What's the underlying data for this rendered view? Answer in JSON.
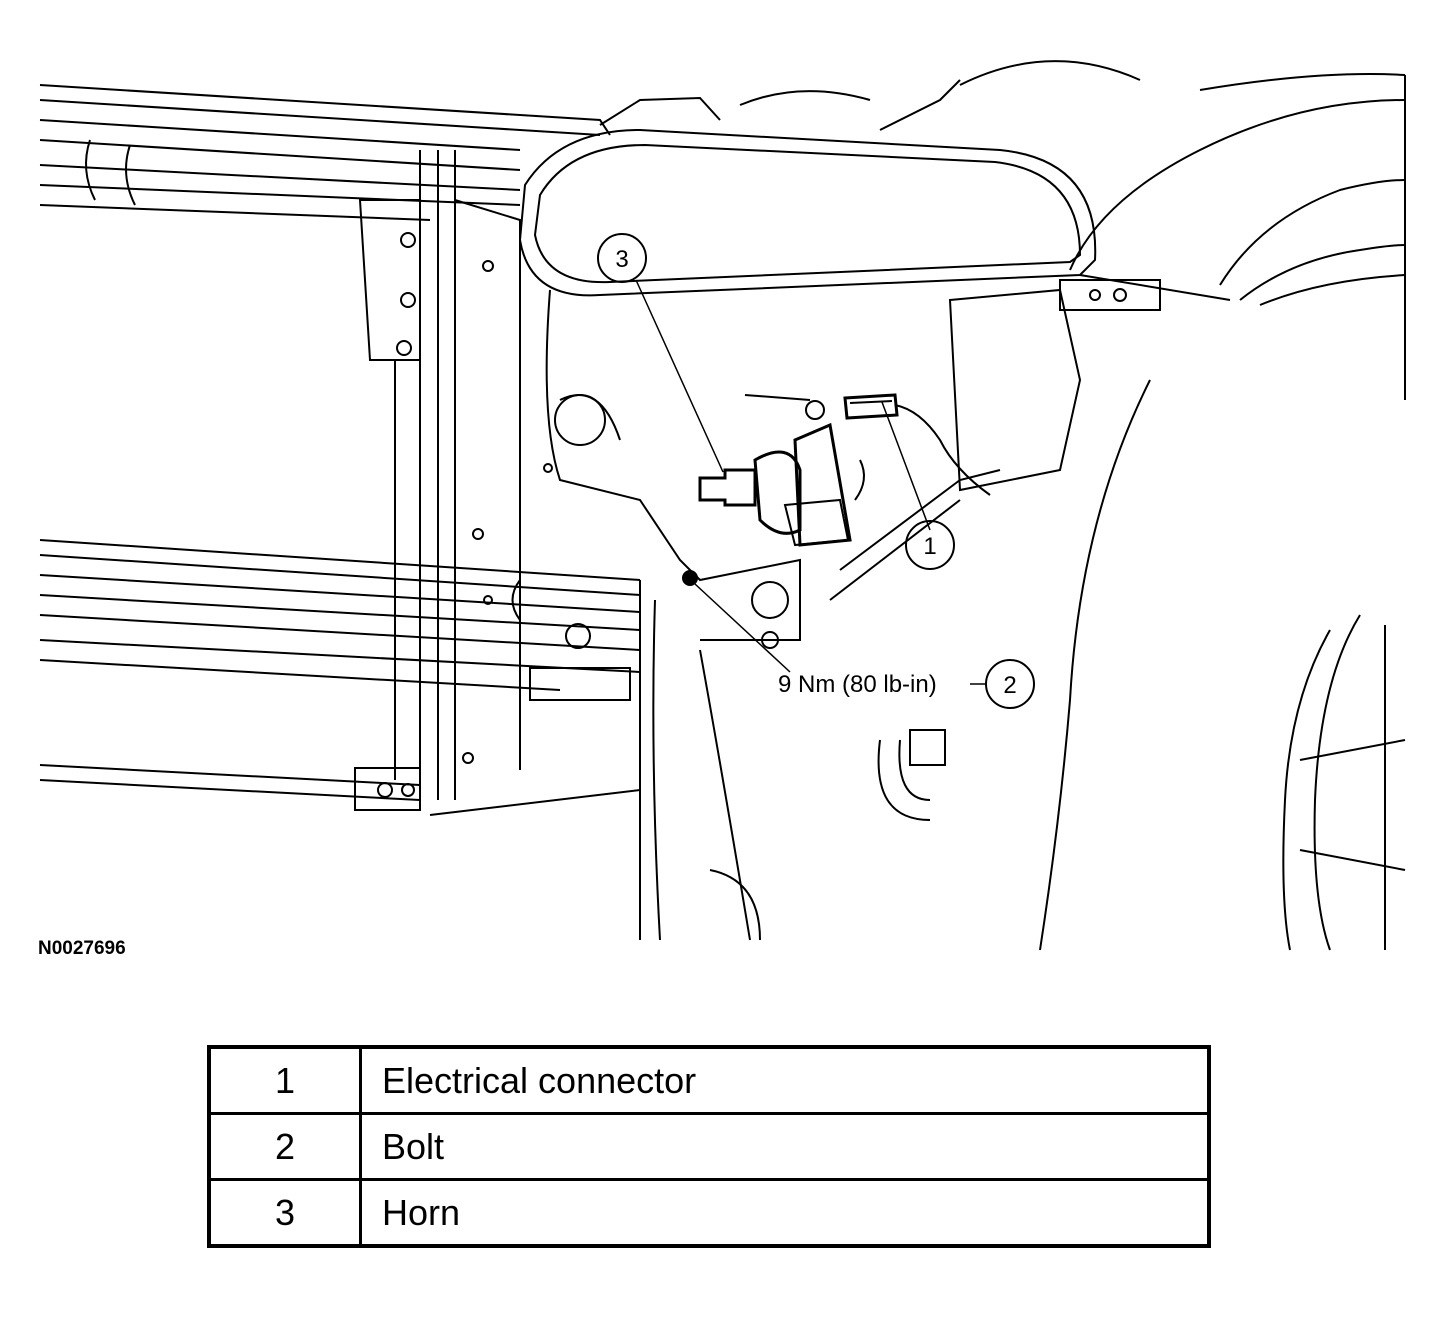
{
  "figure": {
    "id": "N0027696",
    "torque_label": "9 Nm (80 lb-in)",
    "callouts": [
      "1",
      "2",
      "3"
    ]
  },
  "legend": {
    "rows": [
      {
        "num": "1",
        "desc": "Electrical connector"
      },
      {
        "num": "2",
        "desc": "Bolt"
      },
      {
        "num": "3",
        "desc": "Horn"
      }
    ]
  }
}
